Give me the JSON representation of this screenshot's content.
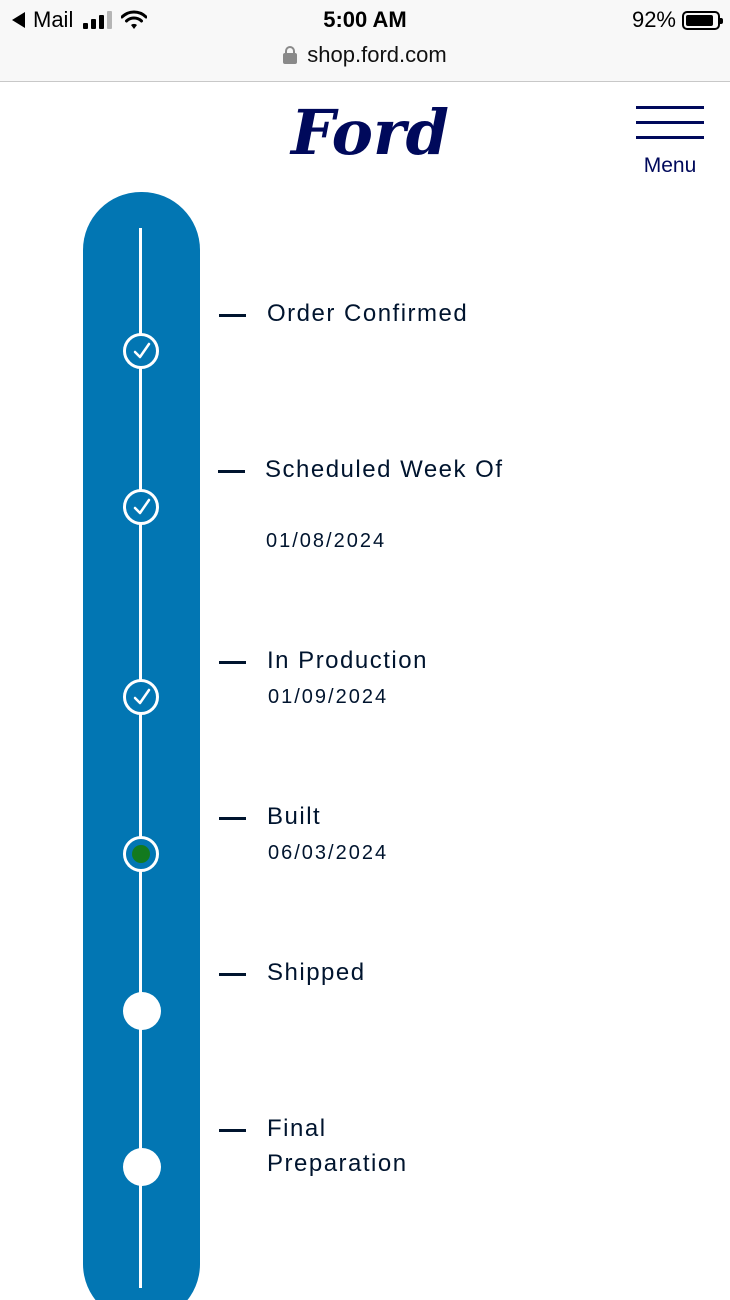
{
  "status_bar": {
    "back_app": "Mail",
    "time": "5:00 AM",
    "battery": "92%",
    "battery_level": 0.92,
    "url": "shop.ford.com"
  },
  "header": {
    "logo": "Ford",
    "menu_label": "Menu"
  },
  "steps": [
    {
      "title": "Order Confirmed",
      "date": "",
      "status": "complete"
    },
    {
      "title": "Scheduled Week Of",
      "date": "01/08/2024",
      "status": "complete"
    },
    {
      "title": "In Production",
      "date": "01/09/2024",
      "status": "complete"
    },
    {
      "title": "Built",
      "date": "06/03/2024",
      "status": "current"
    },
    {
      "title": "Shipped",
      "date": "",
      "status": "pending"
    },
    {
      "title": "Final Preparation",
      "date": "",
      "status": "pending"
    }
  ],
  "colors": {
    "tracker_blue": "#0276b3",
    "ford_navy": "#00095b",
    "text_dark": "#00142e",
    "current_dot": "#137a1e"
  }
}
